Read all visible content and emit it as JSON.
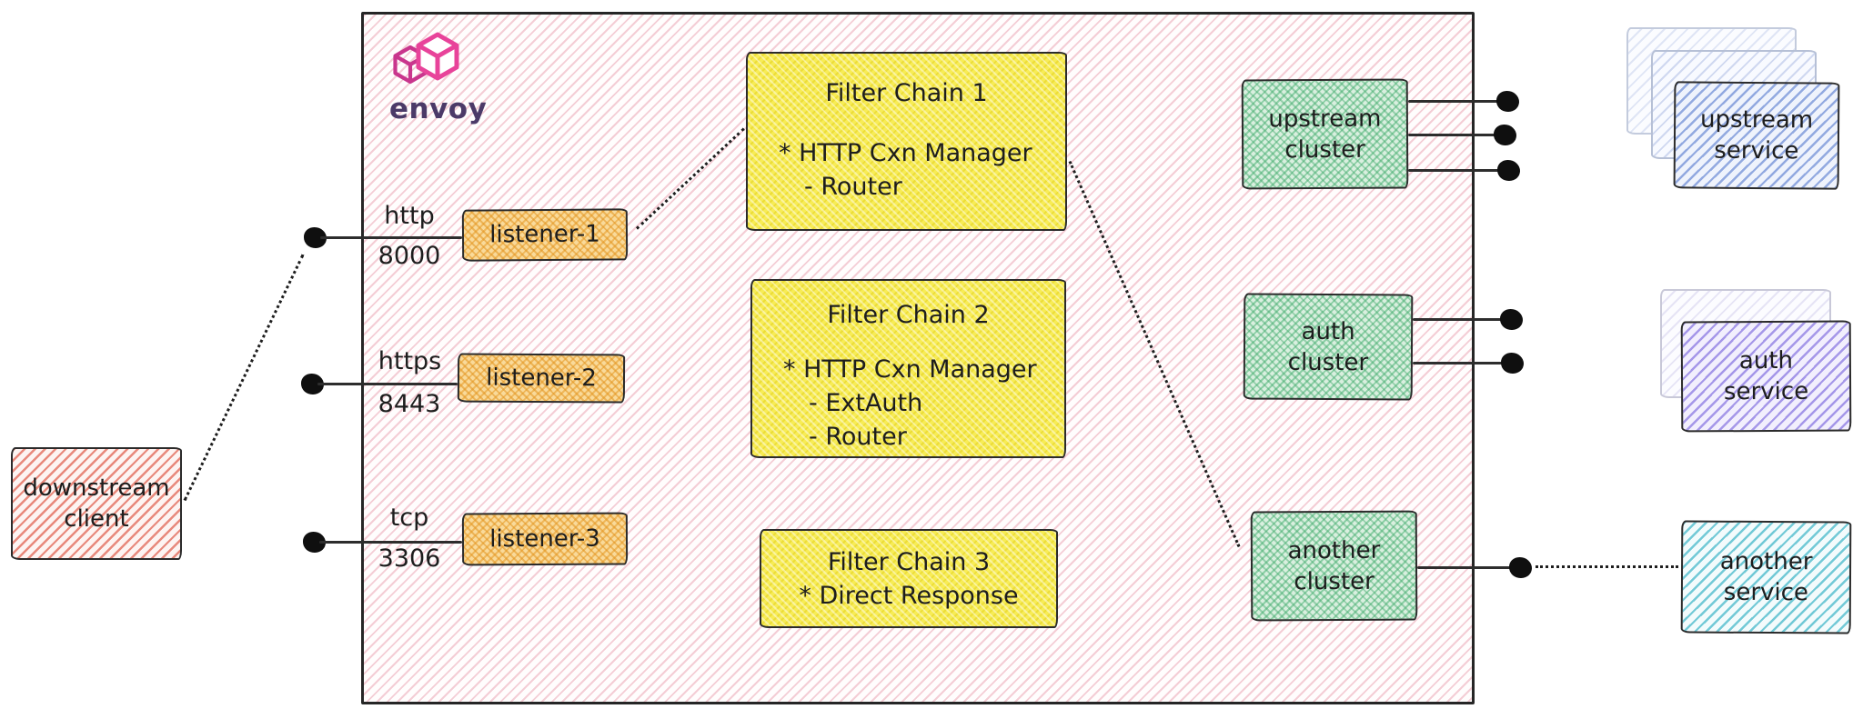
{
  "client": {
    "line1": "downstream",
    "line2": "client"
  },
  "proxy": {
    "logo_text": "envoy",
    "listeners": [
      {
        "label": "listener-1",
        "protocol": "http",
        "port": "8000"
      },
      {
        "label": "listener-2",
        "protocol": "https",
        "port": "8443"
      },
      {
        "label": "listener-3",
        "protocol": "tcp",
        "port": "3306"
      }
    ],
    "filter_chains": [
      {
        "title": "Filter Chain 1",
        "items": [
          "* HTTP Cxn Manager",
          "- Router"
        ]
      },
      {
        "title": "Filter Chain 2",
        "items": [
          "* HTTP Cxn Manager",
          "- ExtAuth",
          "- Router"
        ]
      },
      {
        "title": "Filter Chain 3",
        "items": [
          "* Direct Response"
        ]
      }
    ],
    "clusters": [
      {
        "line1": "upstream",
        "line2": "cluster"
      },
      {
        "line1": "auth",
        "line2": "cluster"
      },
      {
        "line1": "another",
        "line2": "cluster"
      }
    ]
  },
  "services": [
    {
      "line1": "upstream",
      "line2": "service"
    },
    {
      "line1": "auth",
      "line2": "service"
    },
    {
      "line1": "another",
      "line2": "service"
    }
  ],
  "colors": {
    "proxy_hatch_pink": "#ec9eae",
    "client_red": "#df5c4a",
    "listener_orange": "#e8a030",
    "filter_chain_yellow": "#f0e23c",
    "cluster_green": "#4cb476",
    "upstream_service_blue": "#6a8ad4",
    "auth_service_purple": "#8472e0",
    "another_service_teal": "#46b8ca",
    "logo_magenta": "#e8439a",
    "logo_text_purple": "#4b3a68",
    "line_black": "#1e1e1e"
  }
}
